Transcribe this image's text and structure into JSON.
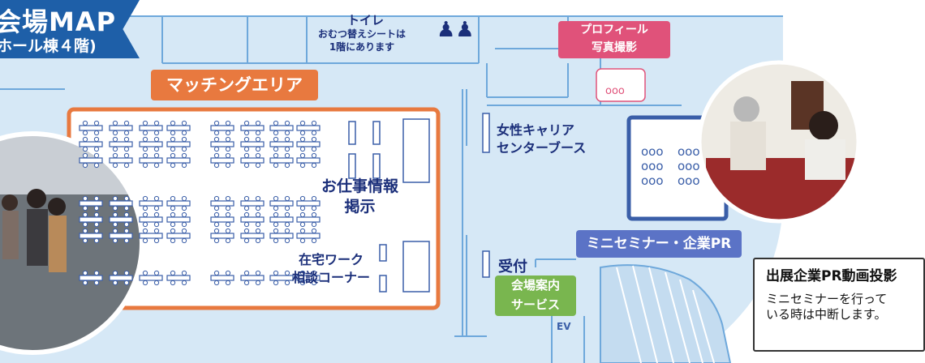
{
  "title": {
    "main": "会場MAP",
    "sub": "ホール棟４階)"
  },
  "areas": {
    "matching": "マッチングエリア",
    "jobs": "お仕事情報\n掲示",
    "remote": "在宅ワーク\n相談コーナー",
    "career": "女性キャリア\nセンターブース",
    "reception": "受付",
    "guide": "会場案内\nサービス",
    "seminar": "ミニセミナー・企業PR",
    "profile": "プロフィール\n写真撮影",
    "ev": "EV"
  },
  "toilet": {
    "label": "トイレ",
    "note": "おむつ替えシートは\n1階にあります"
  },
  "note": {
    "title": "出展企業PR動画投影",
    "body": "ミニセミナーを行って\nいる時は中断します。"
  },
  "colors": {
    "floor": "#d6e8f6",
    "wall": "#5b9bd5",
    "orange": "#e8793f",
    "title": "#1e5fa8",
    "seminar": "#5b73c6",
    "pink": "#e0527a",
    "green": "#79b64f"
  }
}
